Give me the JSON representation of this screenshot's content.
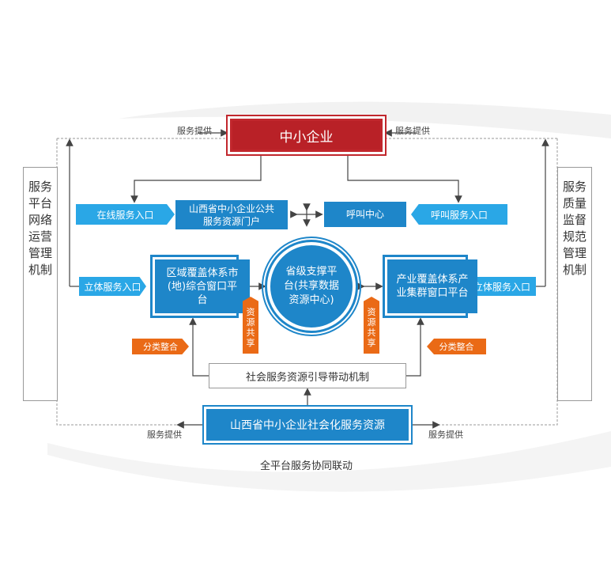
{
  "top": {
    "label": "中小企业",
    "service_left": "服务提供",
    "service_right": "服务提供"
  },
  "entries": {
    "online": "在线服务入口",
    "portal": "山西省中小企业公共服务资源门户",
    "call_center": "呼叫中心",
    "call_entry": "呼叫服务入口",
    "stereo_left": "立体服务入口",
    "stereo_right": "立体服务入口"
  },
  "platforms": {
    "regional": "区域覆盖体系市(地)综合窗口平台",
    "provincial": "省级支撑平台(共享数据资源中心)",
    "industry": "产业覆盖体系产业集群窗口平台"
  },
  "sharing": {
    "left": "资源共享",
    "right": "资源共享"
  },
  "classify": {
    "left": "分类整合",
    "right": "分类整合"
  },
  "mechanism": "社会服务资源引导带动机制",
  "resources": {
    "label": "山西省中小企业社会化服务资源",
    "service_left": "服务提供",
    "service_right": "服务提供"
  },
  "side": {
    "left": "服务平台网络运营管理机制",
    "right": "服务质量监督规范管理机制"
  },
  "caption": "全平台服务协同联动",
  "colors": {
    "red": "#c1272d",
    "blue": "#1e86c9",
    "light_blue": "#2aa7e6",
    "orange": "#ea6a16"
  }
}
